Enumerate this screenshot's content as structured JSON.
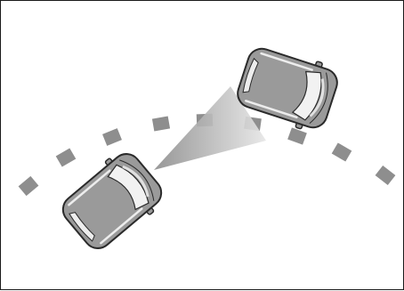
{
  "figure": {
    "background_color": "#ffffff",
    "border_color": "#1a1a1a",
    "lane_marking_color": "#8e8e8e",
    "car_body_color": "#9a9a9a",
    "car_outline_color": "#2a2a2a",
    "window_color": "#f2f2f2",
    "sensor_beam_color": "#b5b5b5",
    "lane_marking_dash_count": 9,
    "vehicles": [
      {
        "role": "own vehicle",
        "icon": "car-top-view-icon"
      },
      {
        "role": "preceding vehicle",
        "icon": "car-top-view-icon"
      }
    ]
  }
}
